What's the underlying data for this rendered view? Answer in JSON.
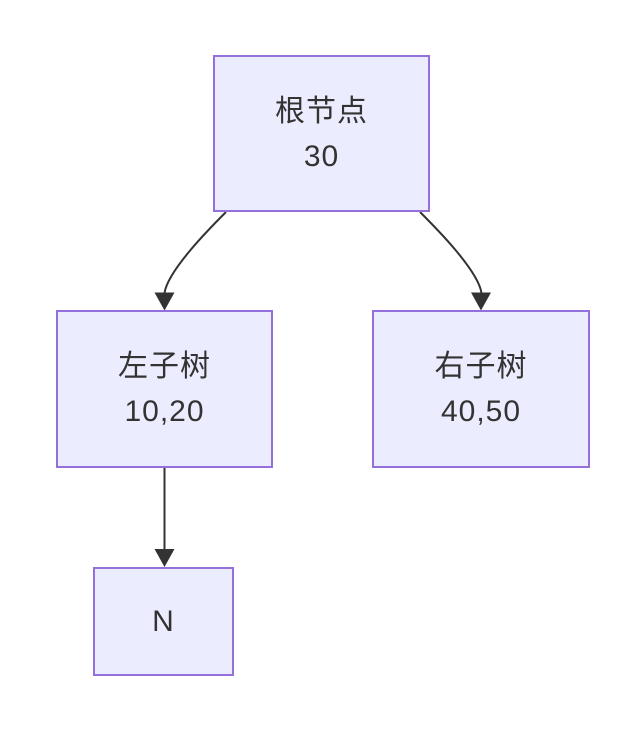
{
  "diagram": {
    "type": "flowchart",
    "direction": "top-down",
    "nodes": [
      {
        "id": "root",
        "lines": [
          "根节点",
          "30"
        ]
      },
      {
        "id": "left",
        "lines": [
          "左子树",
          "10,20"
        ]
      },
      {
        "id": "right",
        "lines": [
          "右子树",
          "40,50"
        ]
      },
      {
        "id": "n",
        "lines": [
          "N"
        ]
      }
    ],
    "edges": [
      {
        "from": "root",
        "to": "left",
        "style": "curved",
        "arrow": "filled-triangle"
      },
      {
        "from": "root",
        "to": "right",
        "style": "curved",
        "arrow": "filled-triangle"
      },
      {
        "from": "left",
        "to": "n",
        "style": "straight",
        "arrow": "filled-triangle"
      }
    ],
    "colors": {
      "background": "#ffffff",
      "node-fill": "#ECECFF",
      "node-border": "#9370DB",
      "edge-color": "#333333",
      "text-color": "#333333"
    }
  }
}
